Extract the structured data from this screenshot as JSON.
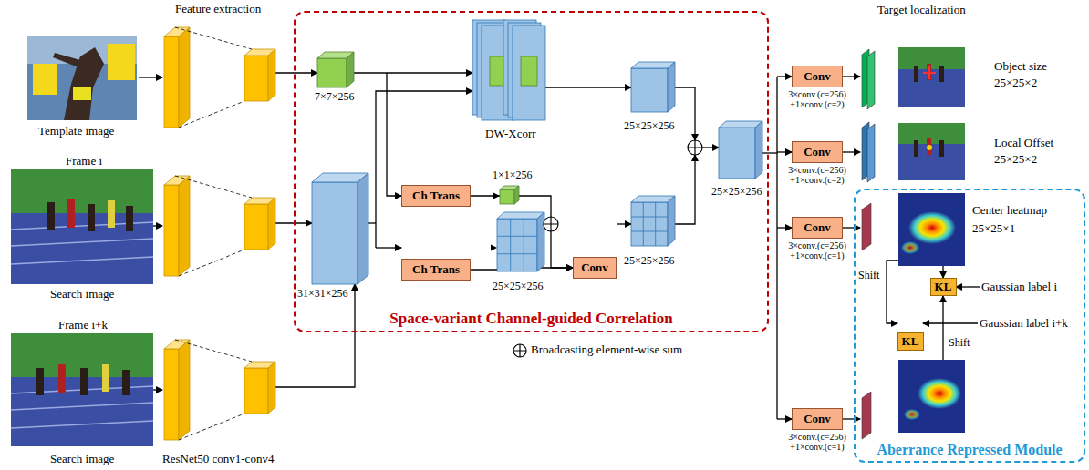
{
  "diagram": {
    "nodes": [
      {
        "text": [
          "Space-variant Channel-guided Correlation"
        ]
      },
      {
        "text": [
          "Ch Trans"
        ],
        "in": 0
      },
      {
        "text": [
          "Ch Trans"
        ],
        "in": 0
      },
      {
        "text": [
          "Conv"
        ],
        "in": 0
      },
      {
        "text": [
          "Conv",
          "3×conv.(c=256) +1×conv.(c=2)"
        ]
      },
      {
        "text": [
          "Conv",
          "3×conv.(c=256) +1×conv.(c=2)"
        ]
      },
      {
        "text": [
          "Conv",
          "3×conv.(c=256) +1×conv.(c=1)"
        ]
      },
      {
        "text": [
          "Aberrance Repressed Module"
        ]
      },
      {
        "text": [
          "KL"
        ],
        "in": 7
      },
      {
        "text": [
          "KL"
        ],
        "in": 7
      },
      {
        "text": [
          "Conv",
          "3×conv.(c=256) +1×conv.(c=1)"
        ]
      }
    ],
    "edges": [
      {
        "from": 1,
        "to": 3,
        "arrow": "to"
      },
      {
        "from": 2,
        "to": 3,
        "arrow": "to"
      }
    ],
    "labels": [
      "Feature extraction",
      "Template image",
      "Frame i",
      "Search image",
      "Frame i+k",
      "Search image",
      "ResNet50 conv1-conv4",
      "7×7×256",
      "DW-Xcorr",
      "25×25×256",
      "31×31×256",
      "1×1×256",
      "25×25×256",
      "25×25×256",
      "25×25×256",
      "Target localization",
      "Object size",
      "25×25×2",
      "Local Offset",
      "25×25×2",
      "Center heatmap",
      "25×25×1",
      "Shift",
      "Shift",
      "Gaussian label i",
      "Gaussian label i+k"
    ],
    "legend": [
      {
        "text": "Broadcasting element-wise sum"
      }
    ]
  }
}
